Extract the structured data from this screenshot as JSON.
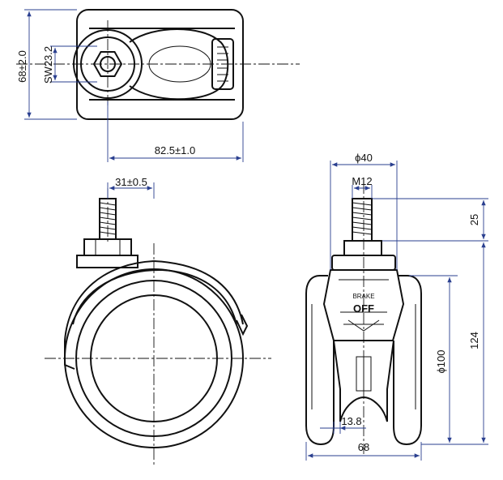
{
  "drawing": {
    "top_view": {
      "height_dim": "68±2.0",
      "hex_dim": "SW23.2",
      "length_dim": "82.5±1.0"
    },
    "side_view": {
      "offset_dim": "31±0.5"
    },
    "front_view": {
      "top_width_dim": "ϕ40",
      "thread_dim": "M12",
      "stem_length_dim": "25",
      "total_height_dim": "124",
      "wheel_dia_dim": "ϕ100",
      "inner_dim": "13.8",
      "width_dim": "68",
      "brake_label_on": "BRAKE",
      "brake_label_off": "OFF"
    }
  }
}
